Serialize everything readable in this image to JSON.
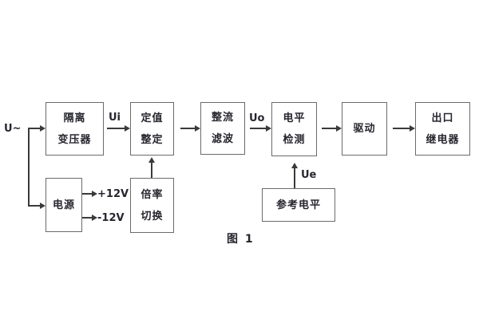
{
  "diagram": {
    "caption": "图 1",
    "signal_labels": {
      "input": "U~",
      "ui": "Ui",
      "uo": "Uo",
      "ue": "Ue",
      "rail_pos": "+12V",
      "rail_neg": "-12V"
    },
    "blocks": {
      "isolation_transformer": {
        "line1": "隔离",
        "line2": "变压器"
      },
      "value_setting": {
        "line1": "定值",
        "line2": "整定"
      },
      "rectifier_filter": {
        "line1": "整流",
        "line2": "滤波"
      },
      "level_detect": {
        "line1": "电平",
        "line2": "检测"
      },
      "drive": {
        "line1": "驱动"
      },
      "output_relay": {
        "line1": "出口",
        "line2": "继电器"
      },
      "power": {
        "line1": "电源"
      },
      "ratio_switch": {
        "line1": "倍率",
        "line2": "切换"
      },
      "reference_level": {
        "line1": "参考电平"
      }
    },
    "colors": {
      "box_border": "#6b6b6b",
      "line": "#3a3a3a",
      "text": "#26262e",
      "background": "#ffffff"
    }
  }
}
